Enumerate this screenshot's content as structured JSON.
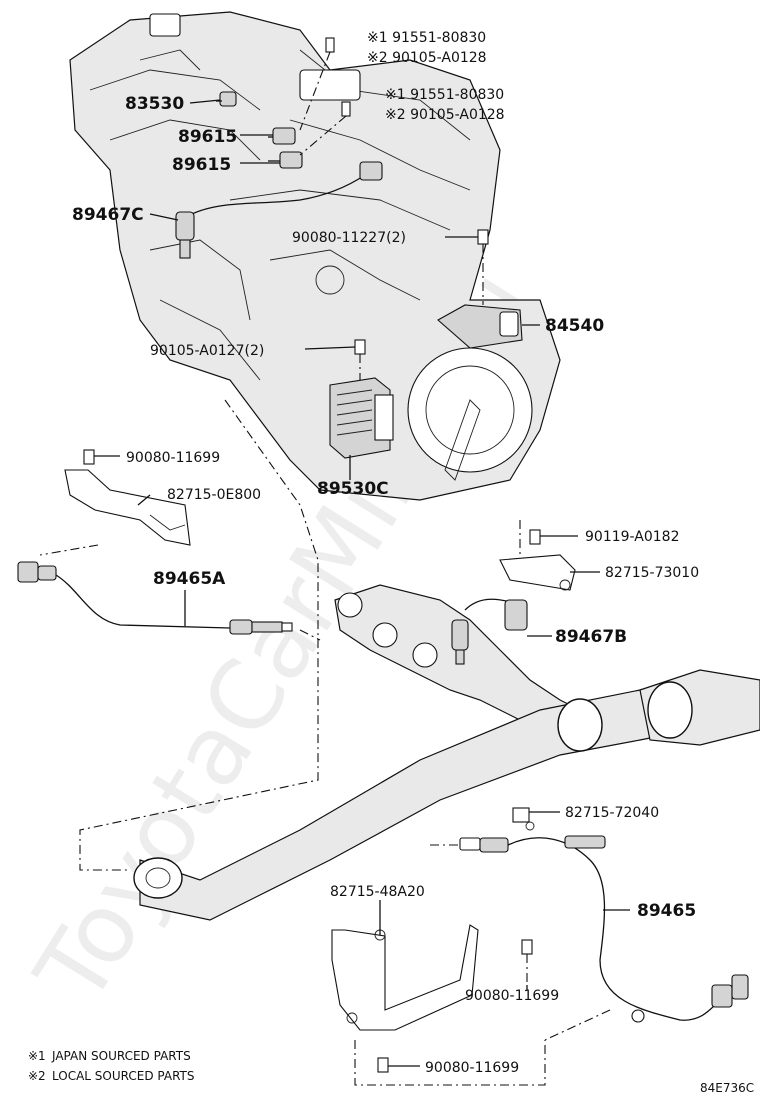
{
  "watermark": "ToyotaCarMine.ru",
  "diagram_code": "84E736C",
  "notes": [
    {
      "mark": "※1",
      "text": "JAPAN SOURCED PARTS"
    },
    {
      "mark": "※2",
      "text": "LOCAL SOURCED PARTS"
    }
  ],
  "parts": {
    "p91551_a": "※1 91551-80830",
    "p90105_a": "※2 90105-A0128",
    "p91551_b": "※1 91551-80830",
    "p90105_b": "※2 90105-A0128",
    "p83530": "83530",
    "p89615_a": "89615",
    "p89615_b": "89615",
    "p89467C": "89467C",
    "p90080_11227": "90080-11227(2)",
    "p84540": "84540",
    "p90105_A0127": "90105-A0127(2)",
    "p90080_11699_a": "90080-11699",
    "p82715_0E800": "82715-0E800",
    "p89530C": "89530C",
    "p90119_A0182": "90119-A0182",
    "p82715_73010": "82715-73010",
    "p89465A": "89465A",
    "p89467B": "89467B",
    "p82715_72040": "82715-72040",
    "p82715_48A20": "82715-48A20",
    "p89465": "89465",
    "p90080_11699_b": "90080-11699",
    "p90080_11699_c": "90080-11699"
  }
}
